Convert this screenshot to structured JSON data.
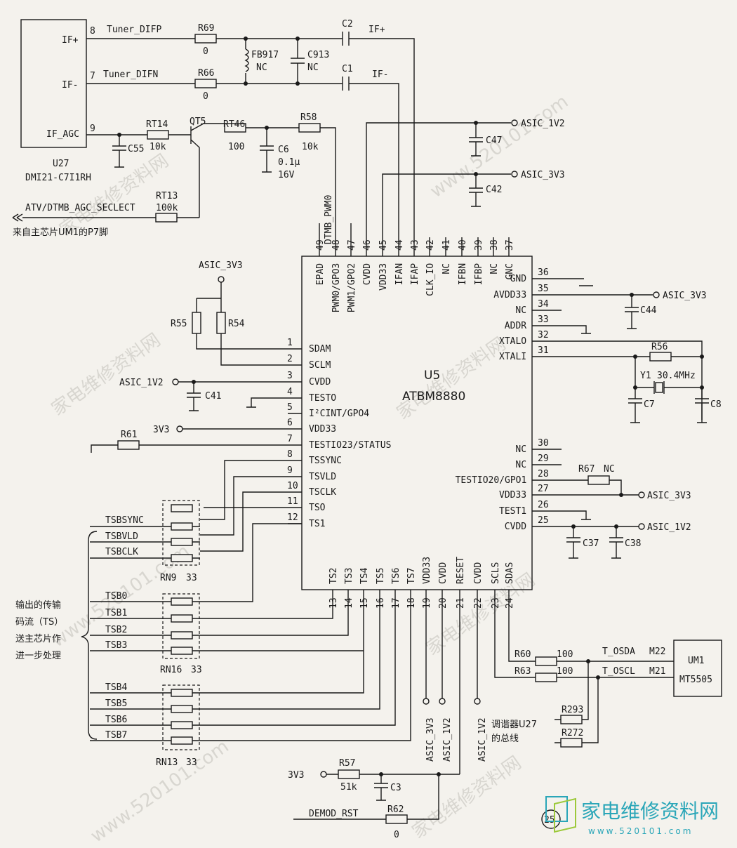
{
  "tuner": {
    "name": "U27",
    "model": "DMI21-C7I1RH",
    "pin_if_plus": "IF+",
    "pin_if_minus": "IF-",
    "pin_if_agc": "IF_AGC",
    "pin8": "8",
    "pin7": "7",
    "pin9": "9"
  },
  "nets": {
    "tuner_difp": "Tuner_DIFP",
    "tuner_difn": "Tuner_DIFN",
    "if_plus": "IF+",
    "if_minus": "IF-",
    "asic_1v2": "ASIC_1V2",
    "asic_3v3": "ASIC_3V3",
    "v3v3": "3V3",
    "dtmb_pwm0": "DTMB_PWM0",
    "agc_select": "ATV/DTMB_AGC_SECLECT",
    "agc_note": "来自主芯片UM1的P7脚",
    "t_osda": "T_OSDA",
    "t_oscl": "T_OSCL",
    "demod_rst": "DEMOD_RST",
    "tsbsync": "TSBSYNC",
    "tsbvld": "TSBVLD",
    "tsbclk": "TSBCLK",
    "tsb": [
      "TSB0",
      "TSB1",
      "TSB2",
      "TSB3",
      "TSB4",
      "TSB5",
      "TSB6",
      "TSB7"
    ],
    "ts_note": [
      "输出的传输",
      "码流（TS）",
      "送主芯片作",
      "进一步处理"
    ],
    "bus_note": [
      "调谐器U27",
      "的总线"
    ]
  },
  "components": {
    "R69": "R69",
    "R69v": "0",
    "R66": "R66",
    "R66v": "0",
    "FB917": "FB917",
    "FB917v": "NC",
    "C913": "C913",
    "C913v": "NC",
    "C2": "C2",
    "C1": "C1",
    "RT14": "RT14",
    "RT14v": "10k",
    "QT5": "QT5",
    "RT46": "RT46",
    "RT46v": "100",
    "R58": "R58",
    "R58v": "10k",
    "C55": "C55",
    "C6": "C6",
    "C6v1": "0.1μ",
    "C6v2": "16V",
    "RT13": "RT13",
    "RT13v": "100k",
    "C47": "C47",
    "C42": "C42",
    "C44": "C44",
    "R55": "R55",
    "R54": "R54",
    "C41": "C41",
    "R61": "R61",
    "R56": "R56",
    "Y1": "Y1",
    "Y1v": "30.4MHz",
    "C7": "C7",
    "C8": "C8",
    "R67": "R67",
    "R67v": "NC",
    "C37": "C37",
    "C38": "C38",
    "RN9": "RN9",
    "RN9v": "33",
    "RN16": "RN16",
    "RN16v": "33",
    "RN13": "RN13",
    "RN13v": "33",
    "R60": "R60",
    "R60v": "100",
    "R63": "R63",
    "R63v": "100",
    "R293": "R293",
    "R272": "R272",
    "R57": "R57",
    "R57v": "51k",
    "C3": "C3",
    "R62": "R62",
    "R62v": "0",
    "UM1": "UM1",
    "UM1v": "MT5505",
    "M22": "M22",
    "M21": "M21"
  },
  "ic": {
    "ref": "U5",
    "part": "ATBM8880",
    "left_pins": [
      {
        "n": "1",
        "name": "SDAM"
      },
      {
        "n": "2",
        "name": "SCLM"
      },
      {
        "n": "3",
        "name": "CVDD"
      },
      {
        "n": "4",
        "name": "TESTO"
      },
      {
        "n": "5",
        "name": "I²CINT/GPO4"
      },
      {
        "n": "6",
        "name": "VDD33"
      },
      {
        "n": "7",
        "name": "TESTIO23/STATUS"
      },
      {
        "n": "8",
        "name": "TSSYNC"
      },
      {
        "n": "9",
        "name": "TSVLD"
      },
      {
        "n": "10",
        "name": "TSCLK"
      },
      {
        "n": "11",
        "name": "TSO"
      },
      {
        "n": "12",
        "name": "TS1"
      }
    ],
    "right_pins": [
      {
        "n": "36",
        "name": "GND"
      },
      {
        "n": "35",
        "name": "AVDD33"
      },
      {
        "n": "34",
        "name": "NC"
      },
      {
        "n": "33",
        "name": "ADDR"
      },
      {
        "n": "32",
        "name": "XTALO"
      },
      {
        "n": "31",
        "name": "XTALI"
      },
      {
        "n": "30",
        "name": "NC"
      },
      {
        "n": "29",
        "name": "NC"
      },
      {
        "n": "28",
        "name": "TESTIO20/GPO1"
      },
      {
        "n": "27",
        "name": "VDD33"
      },
      {
        "n": "26",
        "name": "TEST1"
      },
      {
        "n": "25",
        "name": "CVDD"
      }
    ],
    "top_pins": [
      {
        "n": "49",
        "name": "EPAD"
      },
      {
        "n": "48",
        "name": "PWM0/GPO3"
      },
      {
        "n": "47",
        "name": "PWM1/GPO2"
      },
      {
        "n": "46",
        "name": "CVDD"
      },
      {
        "n": "45",
        "name": "VDD33"
      },
      {
        "n": "44",
        "name": "IFAN"
      },
      {
        "n": "43",
        "name": "IFAP"
      },
      {
        "n": "42",
        "name": "CLK_IO"
      },
      {
        "n": "41",
        "name": "NC"
      },
      {
        "n": "40",
        "name": "IFBN"
      },
      {
        "n": "39",
        "name": "IFBP"
      },
      {
        "n": "38",
        "name": "NC"
      },
      {
        "n": "37",
        "name": "GNC"
      }
    ],
    "bottom_pins": [
      {
        "n": "13",
        "name": "TS2"
      },
      {
        "n": "14",
        "name": "TS3"
      },
      {
        "n": "15",
        "name": "TS4"
      },
      {
        "n": "16",
        "name": "TS5"
      },
      {
        "n": "17",
        "name": "TS6"
      },
      {
        "n": "18",
        "name": "TS7"
      },
      {
        "n": "19",
        "name": "VDD33"
      },
      {
        "n": "20",
        "name": "CVDD"
      },
      {
        "n": "21",
        "name": "RESET"
      },
      {
        "n": "22",
        "name": "CVDD"
      },
      {
        "n": "23",
        "name": "SCLS"
      },
      {
        "n": "24",
        "name": "SDAS"
      }
    ]
  },
  "page_number": "25",
  "logo": {
    "text": "家电维修资料网",
    "url": "www.520101.com"
  },
  "watermarks": [
    "家电维修资料网",
    "www.520101.com"
  ]
}
